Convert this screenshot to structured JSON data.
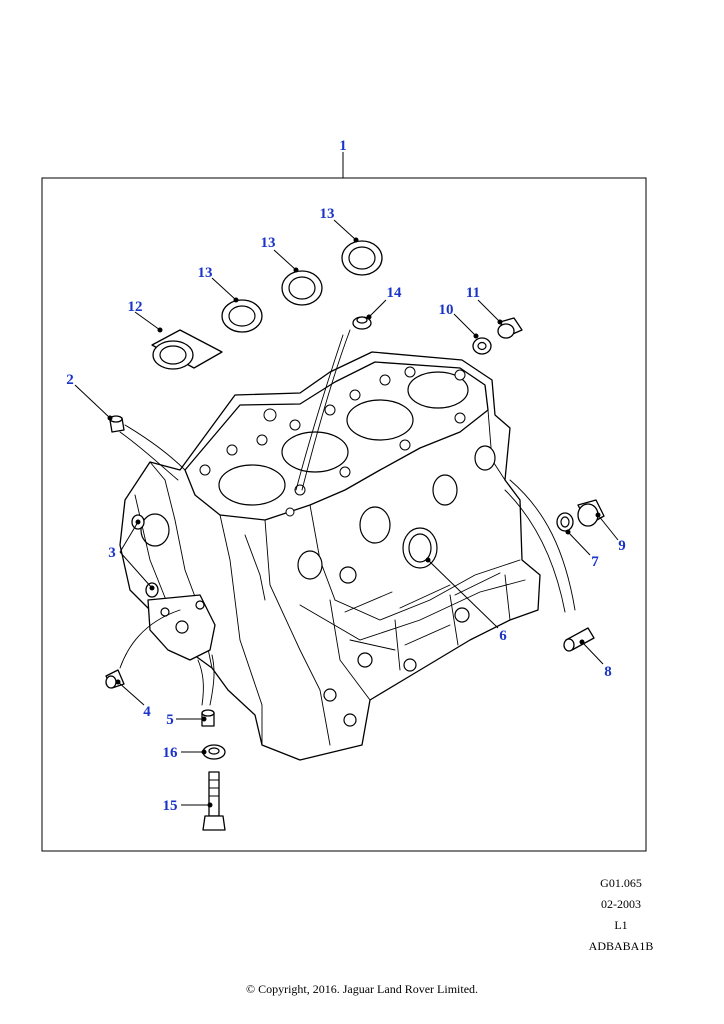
{
  "callouts": {
    "c1": "1",
    "c2": "2",
    "c3": "3",
    "c4": "4",
    "c5": "5",
    "c6": "6",
    "c7": "7",
    "c8": "8",
    "c9": "9",
    "c10": "10",
    "c11": "11",
    "c12": "12",
    "c13a": "13",
    "c13b": "13",
    "c13c": "13",
    "c14": "14",
    "c15": "15",
    "c16": "16"
  },
  "meta": {
    "ref": "G01.065",
    "date": "02-2003",
    "level": "L1",
    "code": "ADBABA1B"
  },
  "footer": {
    "copyright": "© Copyright, 2016. Jaguar Land Rover Limited."
  },
  "colors": {
    "callout": "#1a33c8",
    "line": "#000000"
  }
}
